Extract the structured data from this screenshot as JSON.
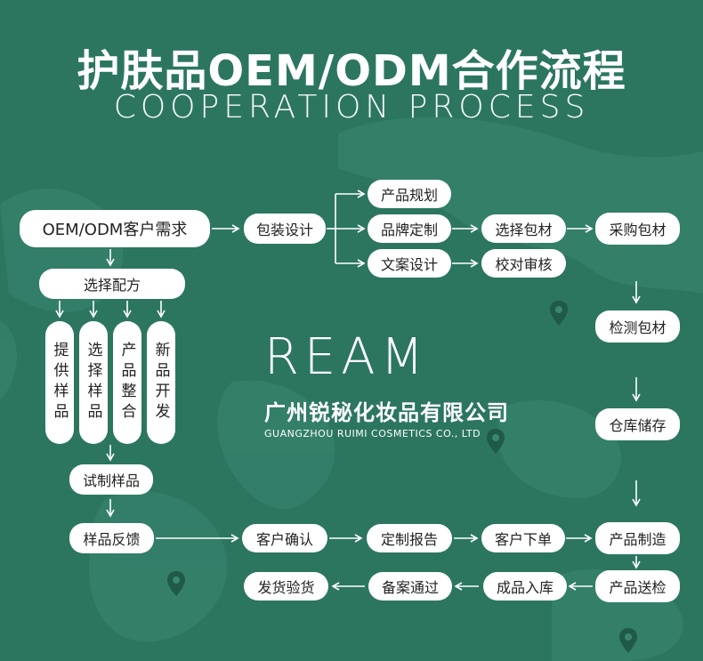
{
  "title": "护肤品OEM/ODM合作流程",
  "subtitle": "COOPERATION PROCESS",
  "colors": {
    "background": "#2c7660",
    "pill": "#ffffff",
    "arrow": "#ffffff",
    "text": "#222222"
  },
  "logo": {
    "brand": "REAM",
    "company_cn": "广州锐秘化妆品有限公司",
    "company_en": "GUANGZHOU RUIMI COSMETICS CO., LTD"
  },
  "steps": {
    "oem_odm_needs": "OEM/ODM客户需求",
    "packaging_design": "包装设计",
    "product_planning": "产品规划",
    "brand_customization": "品牌定制",
    "copy_design": "文案设计",
    "select_packaging": "选择包材",
    "purchase_packaging": "采购包材",
    "proofread": "校对审核",
    "inspect_packaging": "检测包材",
    "warehouse_storage": "仓库储存",
    "select_formula": "选择配方",
    "provide_samples": "提供样品",
    "choose_products": "选择样品",
    "product_integration": "产品整合",
    "new_development": "新品开发",
    "trial_samples": "试制样品",
    "sample_feedback": "样品反馈",
    "customer_confirm": "客户确认",
    "custom_report": "定制报告",
    "customer_order": "客户下单",
    "product_manufacture": "产品制造",
    "product_inspection": "产品送检",
    "warehousing": "成品入库",
    "filing_approved": "备案通过",
    "ship_inspect": "发货验货"
  },
  "icons": [
    "location-pin-icon",
    "location-pin-icon",
    "location-pin-icon",
    "location-pin-icon"
  ]
}
